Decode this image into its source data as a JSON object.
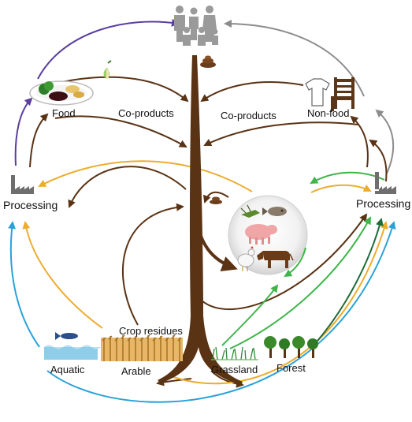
{
  "labels": {
    "food": "Food",
    "co_products_left": "Co-products",
    "co_products_right": "Co-products",
    "non_food": "Non-food",
    "processing_left": "Processing",
    "processing_right": "Processing",
    "crop_residues": "Crop residues",
    "aquatic": "Aquatic",
    "arable": "Arable",
    "grassland": "Grassland",
    "forest": "Forest"
  },
  "colors": {
    "food_flow": "#5a3f9e",
    "nonfood_flow": "#8c8c8c",
    "biomass_flow": "#5a3214",
    "processing_flow": "#eeac2e",
    "grass_flow": "#3fb54a",
    "forest_flow": "#1f6b3a",
    "aquatic_flow": "#2aa2d8"
  },
  "icons": [
    "people-icon",
    "manure-icon",
    "apple-core-icon",
    "food-plate-icon",
    "tshirt-icon",
    "chair-icon",
    "factory-icon",
    "fish-icon",
    "grasshopper-icon",
    "pig-icon",
    "chicken-icon",
    "cow-icon",
    "wheat-icon",
    "grass-icon",
    "tree-icon",
    "water-icon"
  ]
}
